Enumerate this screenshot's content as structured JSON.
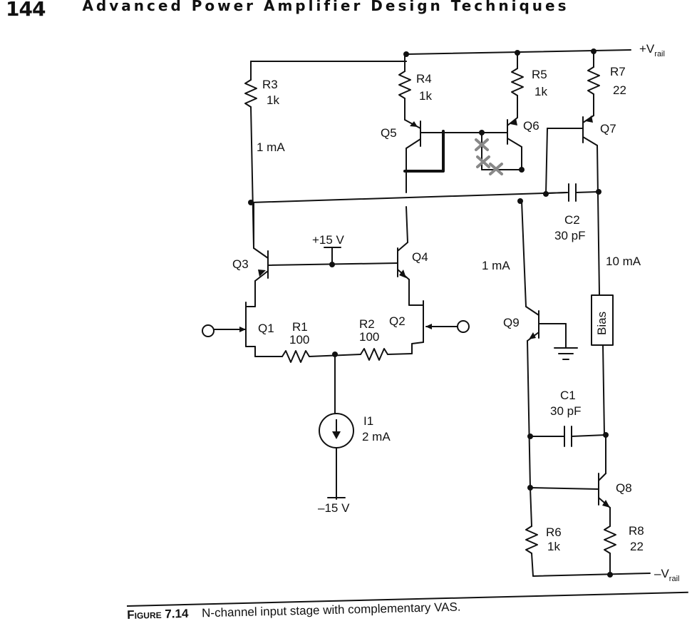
{
  "header": {
    "page_number": "144",
    "running_title": "Advanced Power Amplifier Design Techniques"
  },
  "rails": {
    "pos_prefix": "+V",
    "pos_sub": "rail",
    "neg_prefix": "–V",
    "neg_sub": "rail",
    "plus15": "+15 V",
    "minus15": "–15 V"
  },
  "components": {
    "R3": {
      "name": "R3",
      "value": "1k"
    },
    "R4": {
      "name": "R4",
      "value": "1k"
    },
    "R5": {
      "name": "R5",
      "value": "1k"
    },
    "R7": {
      "name": "R7",
      "value": "22"
    },
    "R1": {
      "name": "R1",
      "value": "100"
    },
    "R2": {
      "name": "R2",
      "value": "100"
    },
    "R6": {
      "name": "R6",
      "value": "1k"
    },
    "R8": {
      "name": "R8",
      "value": "22"
    },
    "C1": {
      "name": "C1",
      "value": "30 pF"
    },
    "C2": {
      "name": "C2",
      "value": "30 pF"
    },
    "I1": {
      "name": "I1",
      "value": "2 mA"
    },
    "Q1": "Q1",
    "Q2": "Q2",
    "Q3": "Q3",
    "Q4": "Q4",
    "Q5": "Q5",
    "Q6": "Q6",
    "Q7": "Q7",
    "Q8": "Q8",
    "Q9": "Q9",
    "bias": "Bias"
  },
  "currents": {
    "r3": "1 mA",
    "vas": "1 mA",
    "output": "10 mA"
  },
  "caption": {
    "label": "Figure",
    "number": "7.14",
    "text": "N-channel input stage with complementary VAS."
  }
}
